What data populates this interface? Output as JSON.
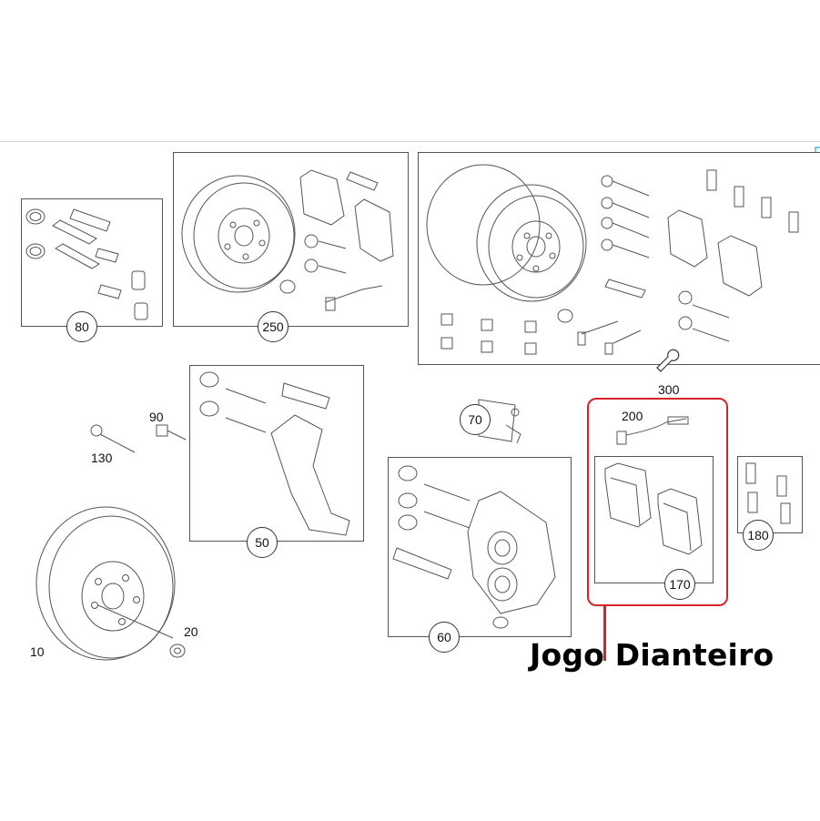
{
  "diagram": {
    "caption": "Jogo Dianteiro",
    "highlight_color": "#d8232a",
    "line_color": "#555555",
    "parts": [
      {
        "id": "p80",
        "label": "80"
      },
      {
        "id": "p250",
        "label": "250"
      },
      {
        "id": "p300",
        "label": "300"
      },
      {
        "id": "p90",
        "label": "90"
      },
      {
        "id": "p130",
        "label": "130"
      },
      {
        "id": "p50",
        "label": "50"
      },
      {
        "id": "p70",
        "label": "70"
      },
      {
        "id": "p200",
        "label": "200"
      },
      {
        "id": "p170",
        "label": "170"
      },
      {
        "id": "p180",
        "label": "180"
      },
      {
        "id": "p60",
        "label": "60"
      },
      {
        "id": "p10",
        "label": "10"
      },
      {
        "id": "p20",
        "label": "20"
      }
    ],
    "icons": {
      "wrench": "wrench-icon"
    }
  }
}
